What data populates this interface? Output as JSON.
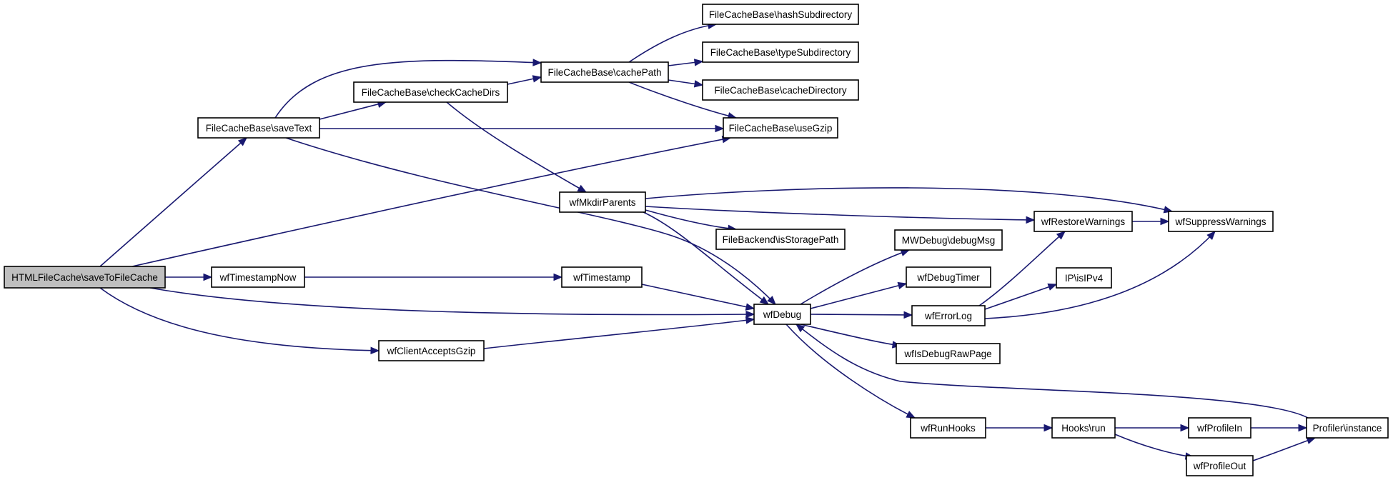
{
  "diagram": {
    "type": "call-graph",
    "colors": {
      "edge": "#191970",
      "node_border": "#000000",
      "node_fill": "#ffffff",
      "root_fill": "#bfbfbf"
    },
    "nodes": [
      {
        "id": "saveToFileCache",
        "label": "HTMLFileCache\\saveToFileCache",
        "root": true
      },
      {
        "id": "saveText",
        "label": "FileCacheBase\\saveText"
      },
      {
        "id": "checkCacheDirs",
        "label": "FileCacheBase\\checkCacheDirs"
      },
      {
        "id": "cachePath",
        "label": "FileCacheBase\\cachePath"
      },
      {
        "id": "hashSubdirectory",
        "label": "FileCacheBase\\hashSubdirectory"
      },
      {
        "id": "typeSubdirectory",
        "label": "FileCacheBase\\typeSubdirectory"
      },
      {
        "id": "cacheDirectory",
        "label": "FileCacheBase\\cacheDirectory"
      },
      {
        "id": "useGzip",
        "label": "FileCacheBase\\useGzip"
      },
      {
        "id": "wfMkdirParents",
        "label": "wfMkdirParents"
      },
      {
        "id": "isStoragePath",
        "label": "FileBackend\\isStoragePath"
      },
      {
        "id": "wfTimestampNow",
        "label": "wfTimestampNow"
      },
      {
        "id": "wfTimestamp",
        "label": "wfTimestamp"
      },
      {
        "id": "wfClientAcceptsGzip",
        "label": "wfClientAcceptsGzip"
      },
      {
        "id": "wfDebug",
        "label": "wfDebug"
      },
      {
        "id": "debugMsg",
        "label": "MWDebug\\debugMsg"
      },
      {
        "id": "wfDebugTimer",
        "label": "wfDebugTimer"
      },
      {
        "id": "wfErrorLog",
        "label": "wfErrorLog"
      },
      {
        "id": "wfIsDebugRawPage",
        "label": "wfIsDebugRawPage"
      },
      {
        "id": "wfRunHooks",
        "label": "wfRunHooks"
      },
      {
        "id": "hooksRun",
        "label": "Hooks\\run"
      },
      {
        "id": "wfProfileIn",
        "label": "wfProfileIn"
      },
      {
        "id": "wfProfileOut",
        "label": "wfProfileOut"
      },
      {
        "id": "profilerInstance",
        "label": "Profiler\\instance"
      },
      {
        "id": "wfRestoreWarnings",
        "label": "wfRestoreWarnings"
      },
      {
        "id": "wfSuppressWarnings",
        "label": "wfSuppressWarnings"
      },
      {
        "id": "isIPv4",
        "label": "IP\\isIPv4"
      }
    ],
    "edges": [
      {
        "from": "saveToFileCache",
        "to": "saveText"
      },
      {
        "from": "saveToFileCache",
        "to": "useGzip"
      },
      {
        "from": "saveToFileCache",
        "to": "wfTimestampNow"
      },
      {
        "from": "saveToFileCache",
        "to": "wfDebug"
      },
      {
        "from": "saveToFileCache",
        "to": "wfClientAcceptsGzip"
      },
      {
        "from": "saveText",
        "to": "cachePath"
      },
      {
        "from": "saveText",
        "to": "checkCacheDirs"
      },
      {
        "from": "saveText",
        "to": "useGzip"
      },
      {
        "from": "saveText",
        "to": "wfDebug"
      },
      {
        "from": "checkCacheDirs",
        "to": "cachePath"
      },
      {
        "from": "checkCacheDirs",
        "to": "wfMkdirParents"
      },
      {
        "from": "cachePath",
        "to": "hashSubdirectory"
      },
      {
        "from": "cachePath",
        "to": "typeSubdirectory"
      },
      {
        "from": "cachePath",
        "to": "cacheDirectory"
      },
      {
        "from": "cachePath",
        "to": "useGzip"
      },
      {
        "from": "wfMkdirParents",
        "to": "wfSuppressWarnings"
      },
      {
        "from": "wfMkdirParents",
        "to": "wfRestoreWarnings"
      },
      {
        "from": "wfMkdirParents",
        "to": "isStoragePath"
      },
      {
        "from": "wfMkdirParents",
        "to": "wfDebug"
      },
      {
        "from": "wfTimestampNow",
        "to": "wfTimestamp"
      },
      {
        "from": "wfTimestamp",
        "to": "wfDebug"
      },
      {
        "from": "wfClientAcceptsGzip",
        "to": "wfDebug"
      },
      {
        "from": "wfDebug",
        "to": "debugMsg"
      },
      {
        "from": "wfDebug",
        "to": "wfDebugTimer"
      },
      {
        "from": "wfDebug",
        "to": "wfErrorLog"
      },
      {
        "from": "wfDebug",
        "to": "wfIsDebugRawPage"
      },
      {
        "from": "wfDebug",
        "to": "wfRunHooks"
      },
      {
        "from": "wfErrorLog",
        "to": "wfRestoreWarnings"
      },
      {
        "from": "wfErrorLog",
        "to": "isIPv4"
      },
      {
        "from": "wfErrorLog",
        "to": "wfSuppressWarnings"
      },
      {
        "from": "wfRestoreWarnings",
        "to": "wfSuppressWarnings"
      },
      {
        "from": "wfRunHooks",
        "to": "hooksRun"
      },
      {
        "from": "hooksRun",
        "to": "wfProfileIn"
      },
      {
        "from": "hooksRun",
        "to": "wfProfileOut"
      },
      {
        "from": "wfProfileIn",
        "to": "profilerInstance"
      },
      {
        "from": "wfProfileOut",
        "to": "profilerInstance"
      },
      {
        "from": "profilerInstance",
        "to": "wfDebug"
      }
    ]
  }
}
